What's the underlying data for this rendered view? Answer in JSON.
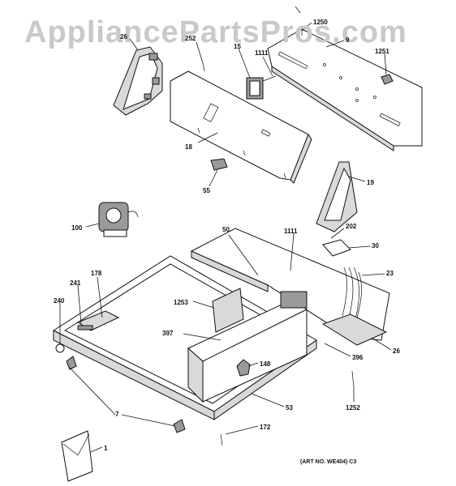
{
  "watermark": "AppliancePartsPros.com",
  "art_number": "(ART NO. WE404) C3",
  "callouts": [
    {
      "id": "c-1250",
      "label": "1250"
    },
    {
      "id": "c-9",
      "label": "9"
    },
    {
      "id": "c-26t",
      "label": "26"
    },
    {
      "id": "c-252",
      "label": "252"
    },
    {
      "id": "c-15",
      "label": "15"
    },
    {
      "id": "c-1111t",
      "label": "1111"
    },
    {
      "id": "c-1251",
      "label": "1251"
    },
    {
      "id": "c-18",
      "label": "18"
    },
    {
      "id": "c-55",
      "label": "55"
    },
    {
      "id": "c-19",
      "label": "19"
    },
    {
      "id": "c-100",
      "label": "100"
    },
    {
      "id": "c-50",
      "label": "50"
    },
    {
      "id": "c-1111b",
      "label": "1111"
    },
    {
      "id": "c-202",
      "label": "202"
    },
    {
      "id": "c-30",
      "label": "30"
    },
    {
      "id": "c-23",
      "label": "23"
    },
    {
      "id": "c-178",
      "label": "178"
    },
    {
      "id": "c-241",
      "label": "241"
    },
    {
      "id": "c-240",
      "label": "240"
    },
    {
      "id": "c-1253",
      "label": "1253"
    },
    {
      "id": "c-397",
      "label": "397"
    },
    {
      "id": "c-148",
      "label": "148"
    },
    {
      "id": "c-26b",
      "label": "26"
    },
    {
      "id": "c-396",
      "label": "396"
    },
    {
      "id": "c-7",
      "label": "7"
    },
    {
      "id": "c-53",
      "label": "53"
    },
    {
      "id": "c-1252",
      "label": "1252"
    },
    {
      "id": "c-172",
      "label": "172"
    },
    {
      "id": "c-1",
      "label": "1"
    }
  ]
}
